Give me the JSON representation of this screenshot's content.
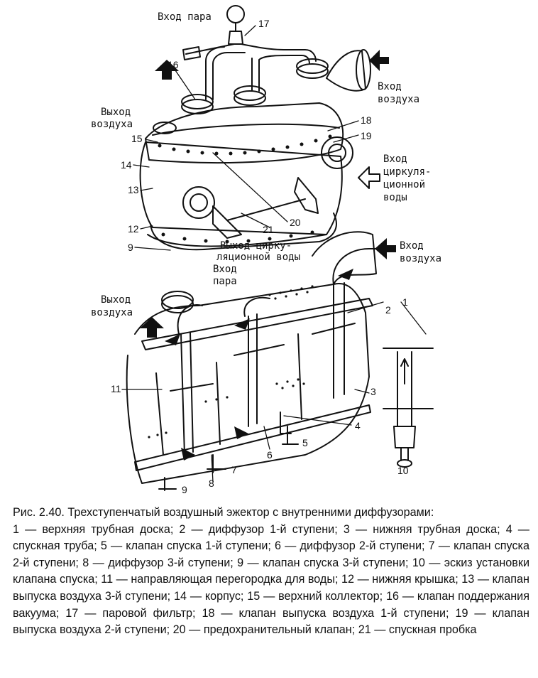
{
  "labels": {
    "steam_in_top": "Вход пара",
    "air_out_left_1": "Выход",
    "air_out_left_2": "воздуха",
    "air_in_top_1": "Вход",
    "air_in_top_2": "воздуха",
    "circ_in_1": "Вход",
    "circ_in_2": "циркуля-",
    "circ_in_3": "ционной",
    "circ_in_4": "воды",
    "circ_out_1": "Выход цирку-",
    "circ_out_2": "ляционной воды",
    "air_in_mid_1": "Вход",
    "air_in_mid_2": "воздуха",
    "steam_in_mid_1": "Вход",
    "steam_in_mid_2": "пара",
    "air_out_mid_1": "Выход",
    "air_out_mid_2": "воздуха"
  },
  "numbers": [
    "1",
    "2",
    "3",
    "4",
    "5",
    "6",
    "7",
    "8",
    "9",
    "10",
    "11",
    "12",
    "13",
    "14",
    "15",
    "16",
    "17",
    "18",
    "19",
    "20",
    "21"
  ],
  "caption": {
    "title": "Рис. 2.40. Трехступенчатый воздушный эжектор с внутренними диффузорами:",
    "body": "1 — верхняя трубная доска; 2 — диффузор 1-й ступени; 3 — нижняя трубная доска; 4 — спускная труба; 5 — клапан спуска 1-й ступени; 6 — диффузор 2-й ступени; 7 — клапан спуска 2-й ступени; 8 — диффузор 3-й ступени; 9 — клапан спуска 3-й ступени; 10 — эскиз установки клапана спуска; 11 — направляющая перегородка для воды; 12 — нижняя крышка; 13 — клапан выпуска воздуха 3-й ступени; 14 — корпус; 15 — верхний коллектор; 16 — клапан поддержания вакуума; 17 — паровой фильтр; 18 — клапан выпуска воздуха 1-й ступени; 19 — клапан выпуска воздуха 2-й ступени; 20 — предохранительный клапан; 21 — спускная пробка"
  }
}
